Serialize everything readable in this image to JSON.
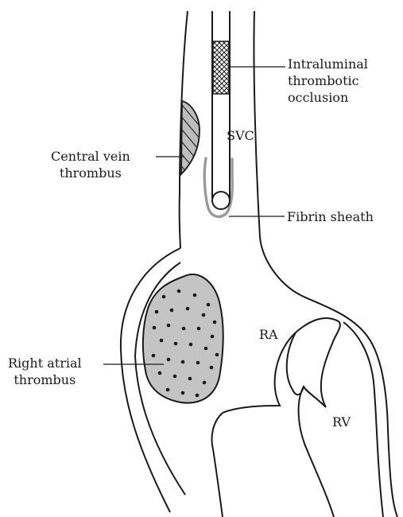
{
  "labels": {
    "intraluminal": [
      "Intraluminal",
      "thrombotic",
      "occlusion"
    ],
    "svc": "SVC",
    "central_vein": [
      "Central vein",
      "thrombus"
    ],
    "fibrin": "Fibrin sheath",
    "ra": "RA",
    "right_atrial": [
      "Right atrial",
      "thrombus"
    ],
    "rv": "RV"
  },
  "colors": {
    "outline": "#1a1a1a",
    "fibrin_sheath": "#9a9a9a",
    "atrial_thrombus_fill": "#c4c4c4",
    "vein_thrombus_fill": "#bdbdbd"
  }
}
